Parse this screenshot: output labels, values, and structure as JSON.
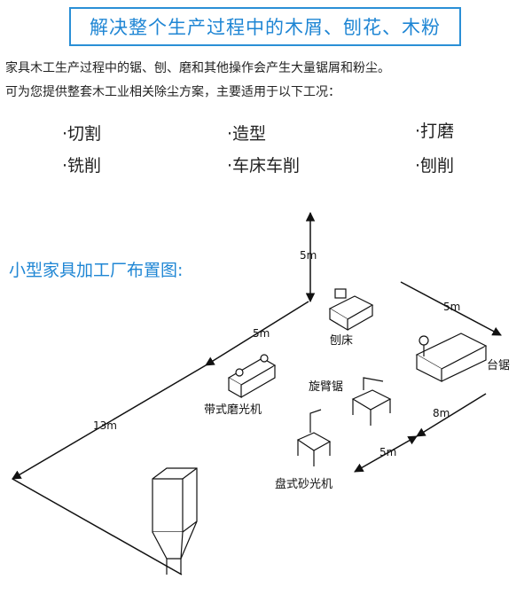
{
  "title": "解决整个生产过程中的木屑、刨花、木粉",
  "intro": {
    "line1": "家具木工生产过程中的锯、刨、磨和其他操作会产生大量锯屑和粉尘。",
    "line2": "可为您提供整套木工业相关除尘方案，主要适用于以下工况："
  },
  "processes": [
    "·切割",
    "·造型",
    "·打磨",
    "·铣削",
    "·车床车削",
    "·刨削"
  ],
  "layout": {
    "title": "小型家具加工厂布置图:",
    "machines": {
      "planer": "刨床",
      "table_saw": "台锯",
      "radial_saw": "旋臂锯",
      "belt_sander": "带式磨光机",
      "disc_sander": "盘式砂光机"
    },
    "dimensions": {
      "vertical": "5m",
      "sander_to_planer": "5m",
      "planer_to_saw": "5m",
      "saw_side": "8m",
      "disc_side": "5m",
      "long_side": "13m"
    }
  }
}
